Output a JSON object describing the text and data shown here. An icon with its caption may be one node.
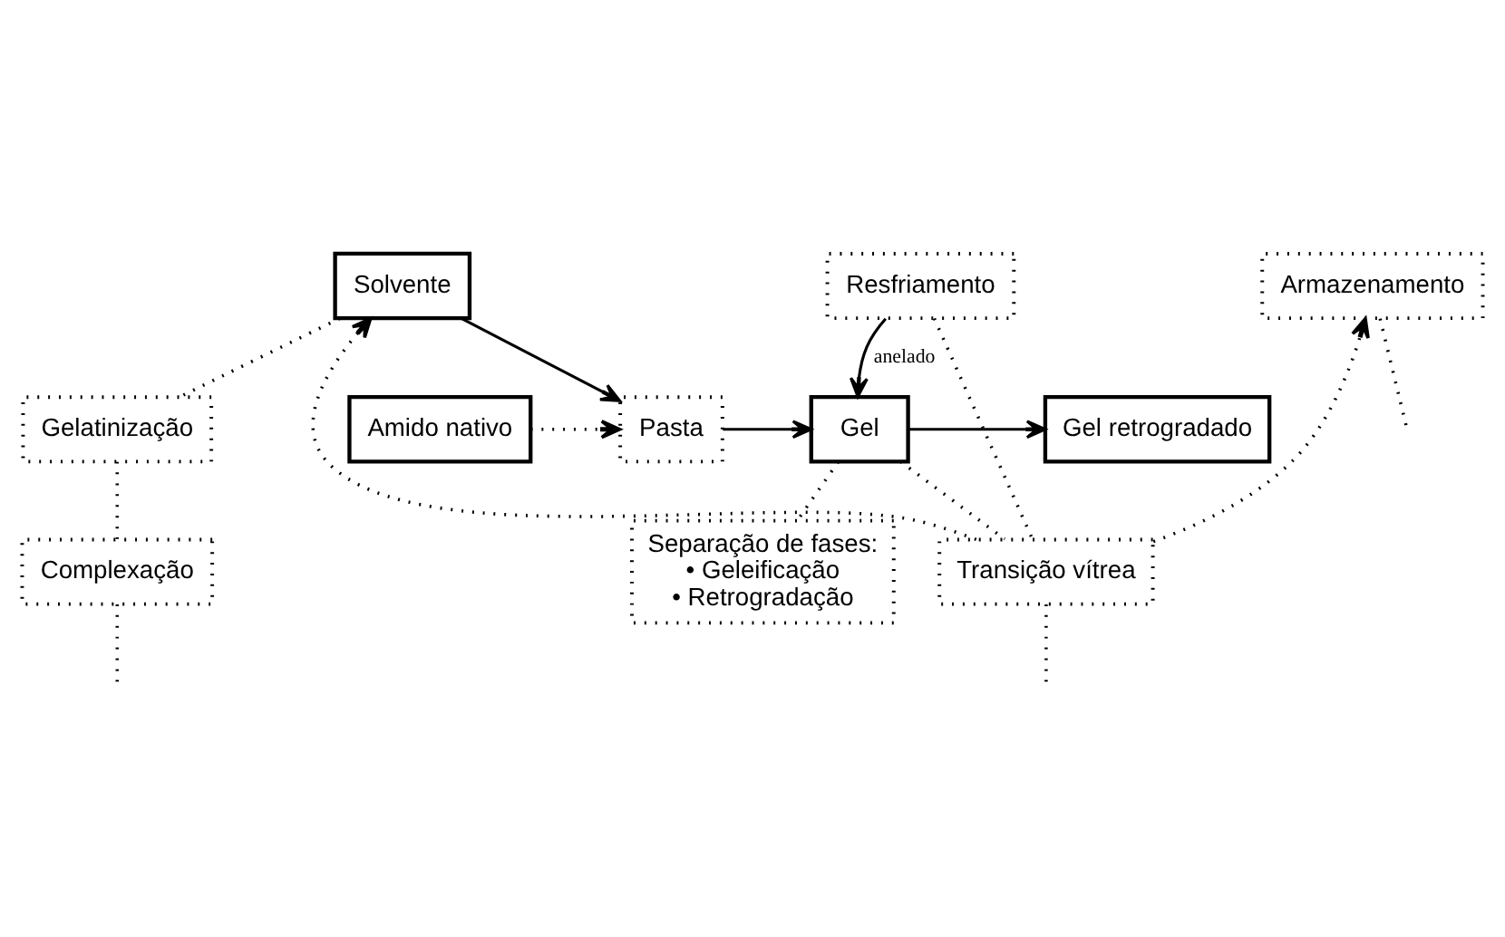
{
  "diagram": {
    "nodes": [
      {
        "text": [
          "Solvente"
        ]
      },
      {
        "text": [
          "Resfriamento"
        ]
      },
      {
        "text": [
          "Armazenamento"
        ]
      },
      {
        "text": [
          "Amido nativo"
        ]
      },
      {
        "text": [
          "Pasta"
        ]
      },
      {
        "text": [
          "Gel"
        ]
      },
      {
        "text": [
          "Gel retrogradado"
        ]
      },
      {
        "text": [
          "Gelatinização"
        ]
      },
      {
        "text": [
          "Transição vítrea"
        ]
      },
      {
        "text": [
          "Complexação"
        ]
      },
      {
        "text": [
          "Separação de fases:",
          "• Geleificação",
          "• Retrogradação"
        ]
      }
    ],
    "edges": [
      {
        "from": 3,
        "to": 4,
        "arrow": "to",
        "style": "dashed"
      },
      {
        "from": 0,
        "to": 4,
        "arrow": "to"
      },
      {
        "from": 4,
        "to": 5,
        "arrow": "to"
      },
      {
        "from": 5,
        "to": 6,
        "arrow": "to"
      },
      {
        "from": 0,
        "to": 7,
        "arrow": "none",
        "style": "dashed"
      },
      {
        "from": 7,
        "to": 9,
        "arrow": "none",
        "style": "dashed"
      },
      {
        "from": 9,
        "to": null,
        "arrow": "none",
        "style": "dashed"
      },
      {
        "from": 1,
        "to": 8,
        "arrow": "none",
        "style": "dashed"
      },
      {
        "from": 8,
        "to": null,
        "arrow": "none",
        "style": "dashed"
      },
      {
        "from": 2,
        "to": null,
        "arrow": "none",
        "style": "dashed"
      },
      {
        "from": 1,
        "to": 5,
        "label": "anelado",
        "arrow": "to"
      },
      {
        "from": 5,
        "to": 8,
        "arrow": "none",
        "style": "dashed"
      },
      {
        "from": 5,
        "to": 10,
        "arrow": "none",
        "style": "dashed"
      },
      {
        "from": 8,
        "to": 0,
        "arrow": "to",
        "style": "dashed"
      },
      {
        "from": 8,
        "to": 2,
        "arrow": "to",
        "style": "dashed"
      }
    ]
  }
}
